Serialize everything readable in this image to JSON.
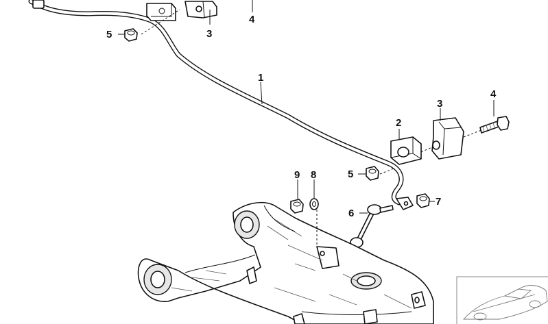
{
  "diagram": {
    "callouts": {
      "c1": "1",
      "c2": "2",
      "c3_top": "3",
      "c3_right": "3",
      "c4_top": "4",
      "c4_right": "4",
      "c5_top": "5",
      "c5_mid": "5",
      "c6": "6",
      "c7": "7",
      "c8": "8",
      "c9": "9"
    }
  }
}
